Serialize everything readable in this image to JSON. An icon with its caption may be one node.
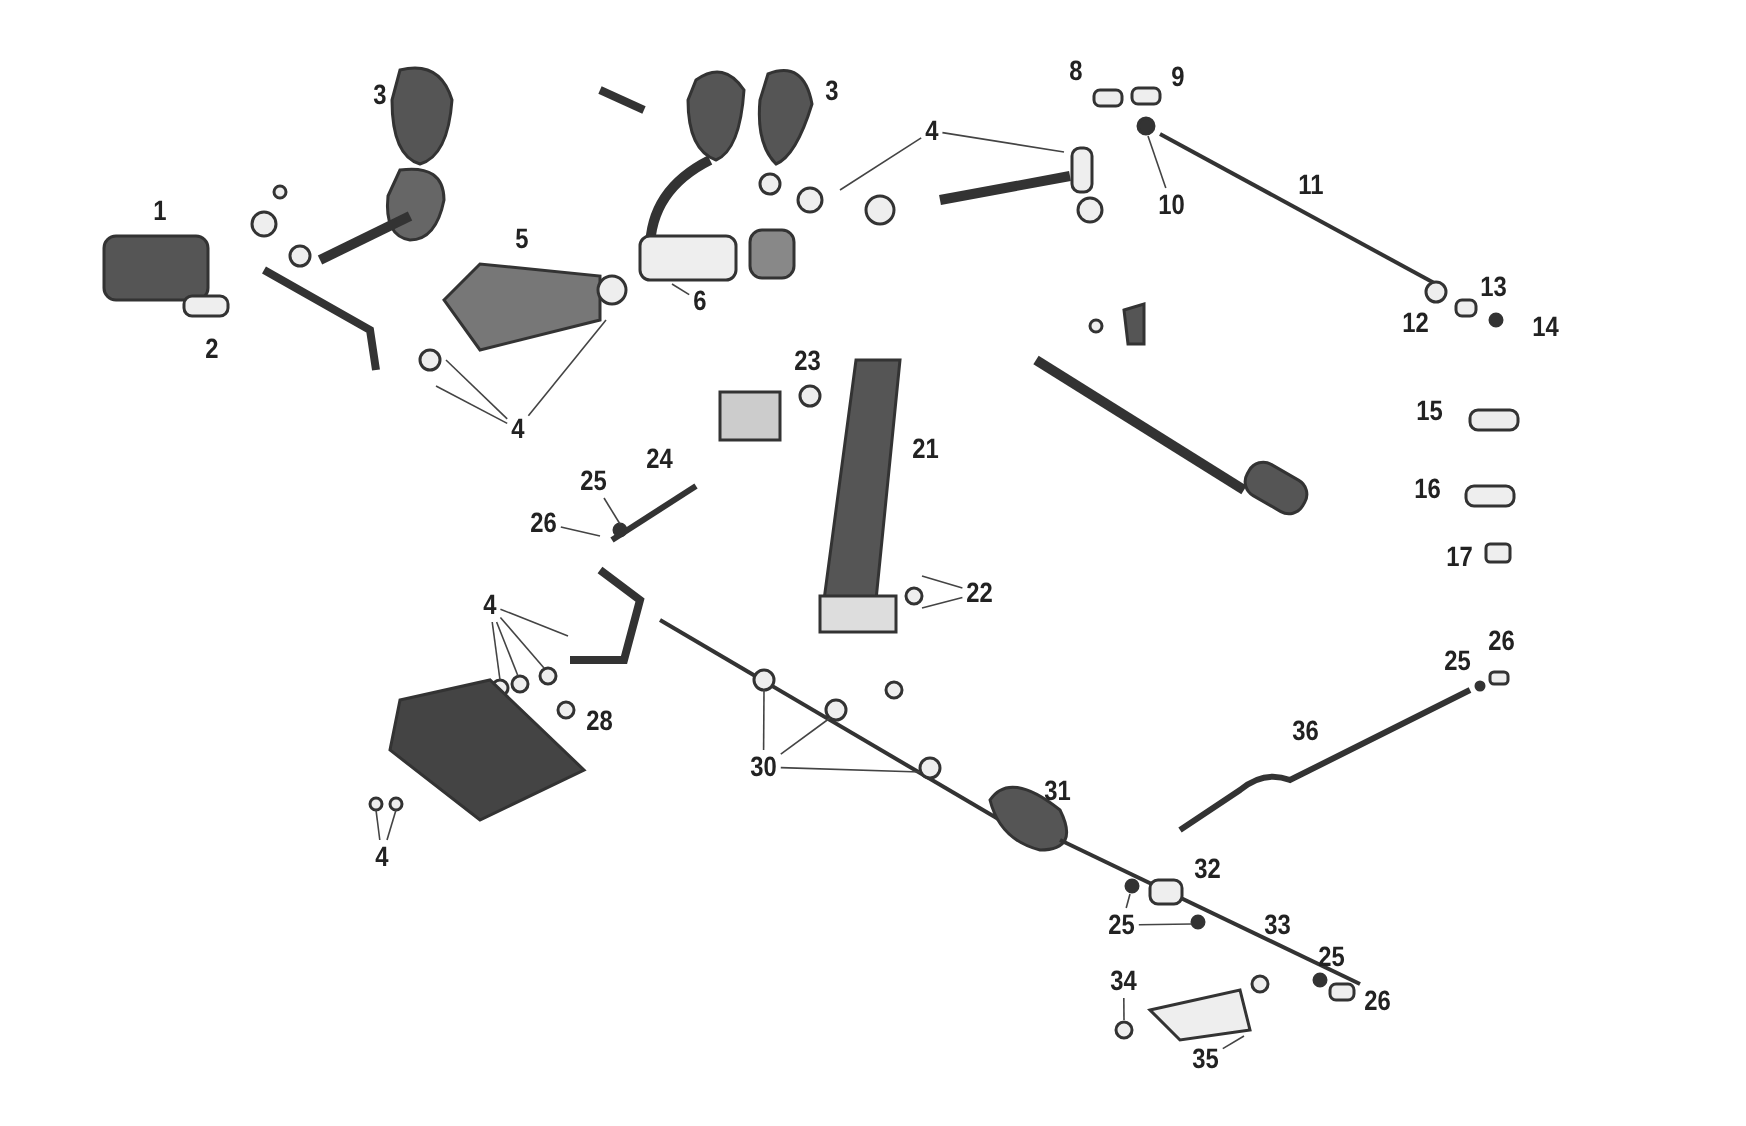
{
  "diagram": {
    "nodes": [
      {
        "text": [
          "4"
        ]
      },
      {
        "text": [
          "6"
        ]
      },
      {
        "text": [
          "10"
        ]
      },
      {
        "text": [
          "4"
        ]
      },
      {
        "text": [
          "25"
        ]
      },
      {
        "text": [
          "26"
        ]
      },
      {
        "text": [
          "22"
        ]
      },
      {
        "text": [
          "4"
        ]
      },
      {
        "text": [
          "4"
        ]
      },
      {
        "text": [
          "30"
        ]
      },
      {
        "text": [
          "25"
        ]
      },
      {
        "text": [
          "34"
        ]
      },
      {
        "text": [
          "35"
        ]
      }
    ],
    "edges": [
      {
        "from": 0,
        "to": null,
        "arrow": "none"
      },
      {
        "from": 0,
        "to": null,
        "arrow": "none"
      },
      {
        "from": 1,
        "to": null,
        "arrow": "none"
      },
      {
        "from": 2,
        "to": null,
        "arrow": "none"
      },
      {
        "from": 3,
        "to": null,
        "arrow": "none"
      },
      {
        "from": 3,
        "to": null,
        "arrow": "none"
      },
      {
        "from": 3,
        "to": null,
        "arrow": "none"
      },
      {
        "from": 4,
        "to": null,
        "arrow": "none"
      },
      {
        "from": 5,
        "to": null,
        "arrow": "none"
      },
      {
        "from": 6,
        "to": null,
        "arrow": "none"
      },
      {
        "from": 6,
        "to": null,
        "arrow": "none"
      },
      {
        "from": 7,
        "to": null,
        "arrow": "none"
      },
      {
        "from": 7,
        "to": null,
        "arrow": "none"
      },
      {
        "from": 7,
        "to": null,
        "arrow": "none"
      },
      {
        "from": 7,
        "to": null,
        "arrow": "none"
      },
      {
        "from": 8,
        "to": null,
        "arrow": "none"
      },
      {
        "from": 8,
        "to": null,
        "arrow": "none"
      },
      {
        "from": 9,
        "to": null,
        "arrow": "none"
      },
      {
        "from": 9,
        "to": null,
        "arrow": "none"
      },
      {
        "from": 9,
        "to": null,
        "arrow": "none"
      },
      {
        "from": 10,
        "to": null,
        "arrow": "none"
      },
      {
        "from": 10,
        "to": null,
        "arrow": "none"
      },
      {
        "from": 11,
        "to": null,
        "arrow": "none"
      },
      {
        "from": 12,
        "to": null,
        "arrow": "none"
      }
    ],
    "labels": [
      "3",
      "3",
      "8",
      "9",
      "1",
      "11",
      "5",
      "13",
      "12",
      "14",
      "2",
      "23",
      "21",
      "24",
      "15",
      "16",
      "17",
      "28",
      "25",
      "26",
      "36",
      "31",
      "32",
      "33",
      "25",
      "26"
    ]
  }
}
